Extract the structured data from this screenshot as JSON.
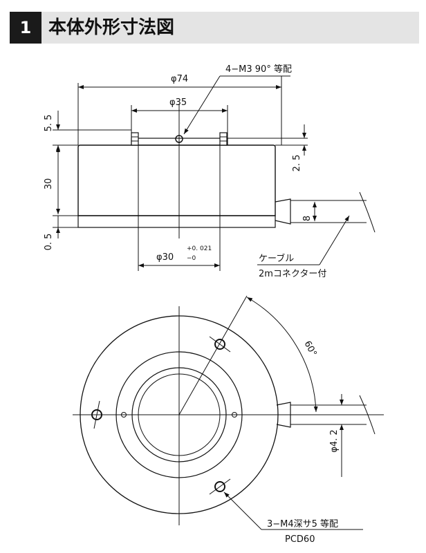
{
  "header": {
    "number": "1",
    "title": "本体外形寸法図"
  },
  "side_view": {
    "dim_outer_dia": "φ74",
    "dim_top_dia": "φ35",
    "dim_bottom_dia": "φ30",
    "tol_upper": "+0. 021",
    "tol_lower": "−0",
    "holes_top": "4−M3  90°  等配",
    "dim_top_step": "5. 5",
    "dim_height": "30",
    "dim_bottom_step": "0. 5",
    "dim_flange": "2. 5",
    "dim_cable": "8",
    "cable_line1": "ケーブル",
    "cable_line2": "2mコネクター付"
  },
  "top_view": {
    "angle": "60°",
    "dim_cable_dia": "φ4. 2",
    "holes_line1": "3−M4深サ5  等配",
    "holes_line2": "PCD60"
  }
}
